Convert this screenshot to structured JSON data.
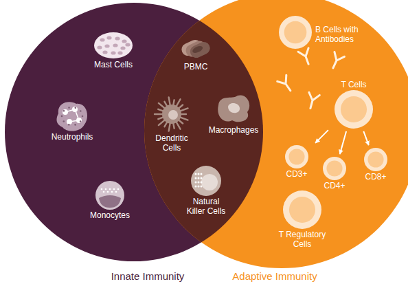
{
  "diagram": {
    "nodes": [
      {
        "text": [
          "Innate Immunity"
        ]
      },
      {
        "text": [
          "Adaptive Immunity"
        ]
      },
      {
        "text": [
          "Mast Cells"
        ],
        "in": 0
      },
      {
        "text": [
          "Neutrophils"
        ],
        "in": 0
      },
      {
        "text": [
          "Monocytes"
        ],
        "in": 0
      },
      {
        "text": [
          "PBMC"
        ]
      },
      {
        "text": [
          "Dendritic Cells"
        ]
      },
      {
        "text": [
          "Macrophages"
        ]
      },
      {
        "text": [
          "Natural Killer Cells"
        ]
      },
      {
        "text": [
          "B Cells with Antibodies"
        ],
        "in": 1
      },
      {
        "text": [
          "T Cells"
        ],
        "in": 1
      },
      {
        "text": [
          "CD3+"
        ],
        "in": 1
      },
      {
        "text": [
          "CD4+"
        ],
        "in": 1
      },
      {
        "text": [
          "CD8+"
        ],
        "in": 1
      },
      {
        "text": [
          "T Regulatory Cells"
        ],
        "in": 1
      }
    ],
    "edges": [
      {
        "from": 10,
        "to": 11,
        "arrow": "to"
      },
      {
        "from": 10,
        "to": 12,
        "arrow": "to"
      },
      {
        "from": 10,
        "to": 13,
        "arrow": "to"
      }
    ]
  }
}
